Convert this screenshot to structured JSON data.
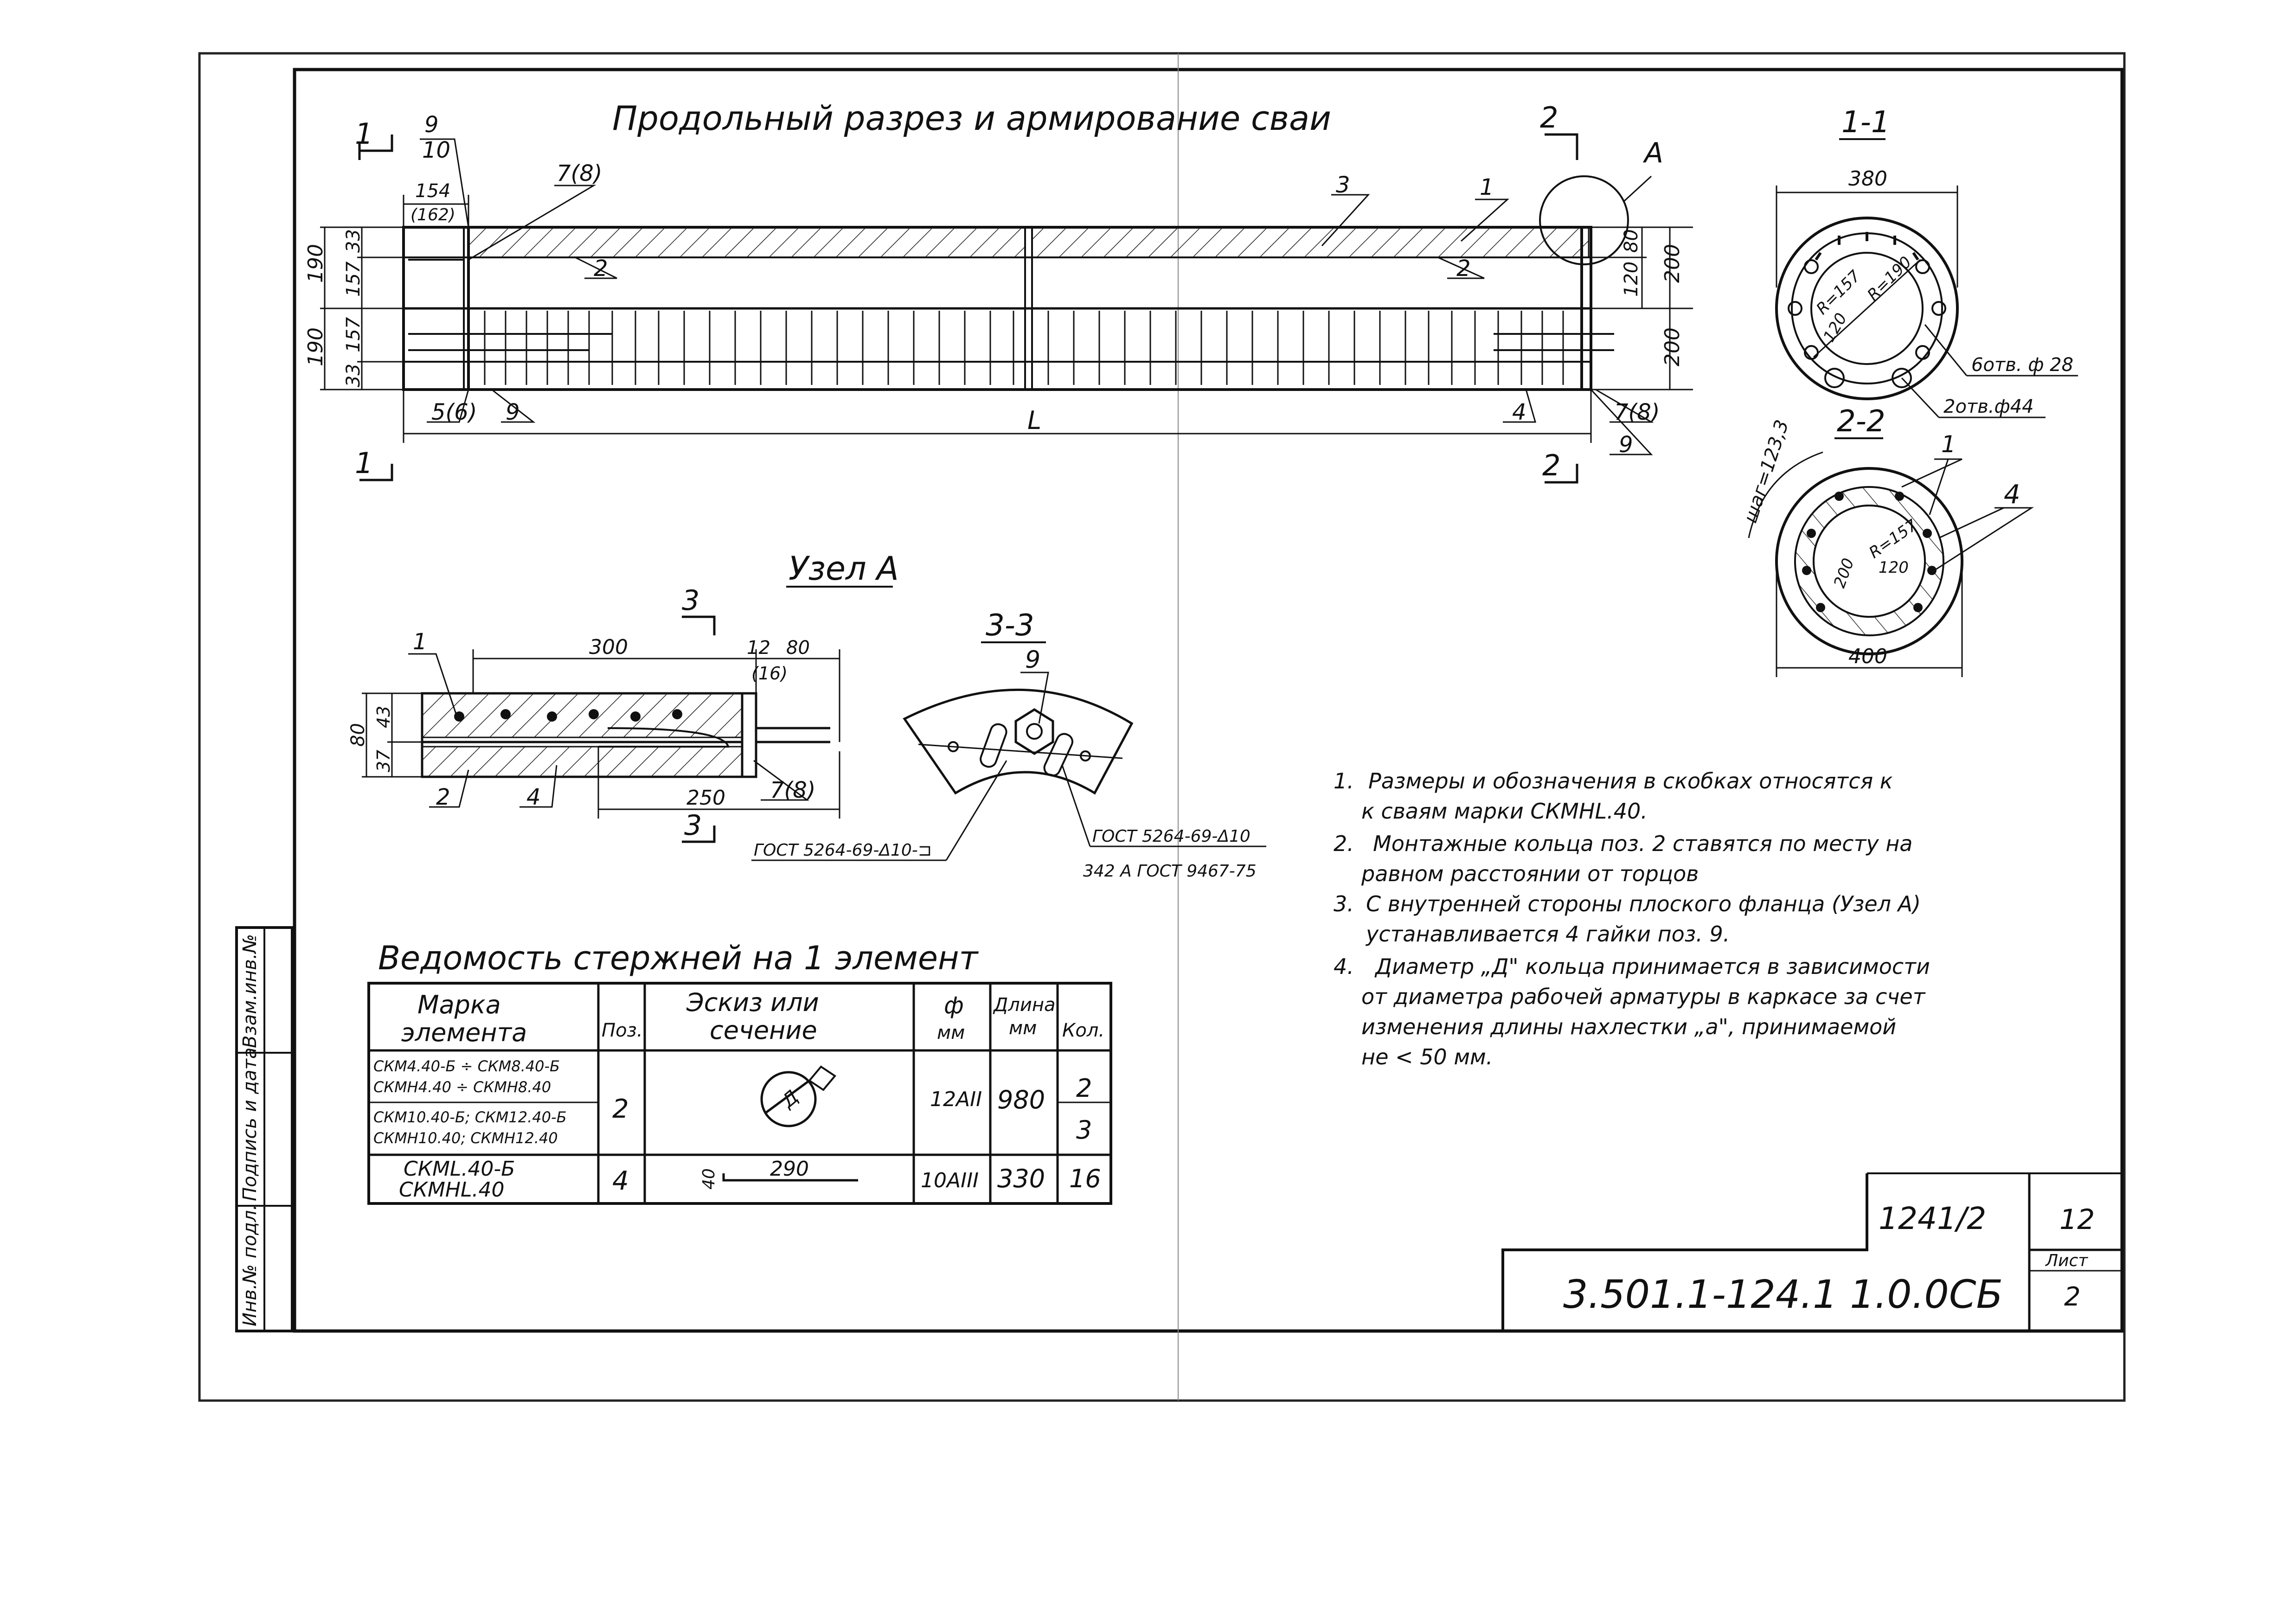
{
  "section_long": {
    "title": "Продольный разрез и армирование сваи",
    "cut1": "1",
    "cut2": "2",
    "node_mark": "А",
    "dims_left": [
      "190",
      "33",
      "157",
      "190",
      "33",
      "157"
    ],
    "dims_top": [
      "154",
      "(162)"
    ],
    "dims_right": [
      "80",
      "120",
      "200",
      "200"
    ],
    "length": "L",
    "callouts": [
      "9",
      "10",
      "7(8)",
      "2",
      "3",
      "1",
      "2",
      "5(6)",
      "9",
      "4",
      "7(8)",
      "9"
    ]
  },
  "section_1_1": {
    "title": "1-1",
    "width": "380",
    "radius_outer": "R=190",
    "radius_inner": "R=157",
    "dim_120": "120",
    "holes_28": "6отв. ф 28",
    "holes_44": "2отв.ф44"
  },
  "section_2_2": {
    "title": "2-2",
    "width": "400",
    "shag": "шаг=123,3",
    "radius": "R=157",
    "d200": "200",
    "d120": "120",
    "pos1": "1",
    "pos4": "4"
  },
  "node_a": {
    "title": "Узел А",
    "cut": "3",
    "dim_300": "300",
    "dim_12": "12",
    "dim_80": "80",
    "dim_16": "(16)",
    "dim_250": "250",
    "dims_left": [
      "80",
      "37",
      "43"
    ],
    "callouts": [
      "1",
      "2",
      "4",
      "7(8)"
    ]
  },
  "section_3_3": {
    "title": "3-3",
    "pos": "9",
    "weld1": "ГОСТ 5264-69-Δ10-⊐",
    "weld2": "ГОСТ 5264-69-Δ10",
    "weld3": "342 А ГОСТ 9467-75"
  },
  "table": {
    "title": "Ведомость стержней на 1 элемент",
    "headers": [
      "Марка элемента",
      "Поз.",
      "Эскиз или сечение",
      "ф мм",
      "Длина мм",
      "Кол."
    ],
    "header_lines": {
      "mark": [
        "Марка",
        "элемента"
      ],
      "sketch": [
        "Эскиз или",
        "сечение"
      ],
      "phi": [
        "ф",
        "мм"
      ],
      "len": [
        "Длина",
        "мм"
      ]
    },
    "rows": [
      {
        "marks": [
          "СКМ4.40-Б ÷ СКМ8.40-Б",
          "СКМН4.40 ÷ СКМН8.40",
          "СКМ10.40-Б; СКМ12.40-Б",
          "СКМН10.40; СКМН12.40"
        ],
        "pos": "2",
        "sketch_label": "Д",
        "dia": "12AII",
        "length": "980",
        "counts": [
          "2",
          "3"
        ]
      },
      {
        "marks": [
          "СКМL.40-Б",
          "СКМНL.40"
        ],
        "pos": "4",
        "sketch_dims": [
          "40",
          "290"
        ],
        "dia": "10AIII",
        "length": "330",
        "counts": [
          "16"
        ]
      }
    ]
  },
  "notes": [
    [
      "1.",
      "Размеры и обозначения в скобках относятся к",
      "к сваям марки СКМНL.40."
    ],
    [
      "2.",
      "Монтажные кольца поз. 2 ставятся по месту на",
      "равном расстоянии от торцов"
    ],
    [
      "3.",
      "С внутренней стороны плоского фланца (Узел А)",
      "устанавливается 4 гайки поз. 9."
    ],
    [
      "4.",
      "Диаметр „Д\" кольца принимается в зависимости",
      "от диаметра рабочей арматуры в каркасе за счет",
      "изменения длины нахлестки „а\", принимаемой",
      "не < 50 мм."
    ]
  ],
  "side_stamp": [
    "Взам.инв.№",
    "Подпись и дата",
    "Инв.№ подл."
  ],
  "title_block": {
    "album": "1241/2",
    "sheet_no": "12",
    "designation": "3.501.1-124.1 1.0.0СБ",
    "sheet_label": "Лист",
    "sheet": "2"
  }
}
